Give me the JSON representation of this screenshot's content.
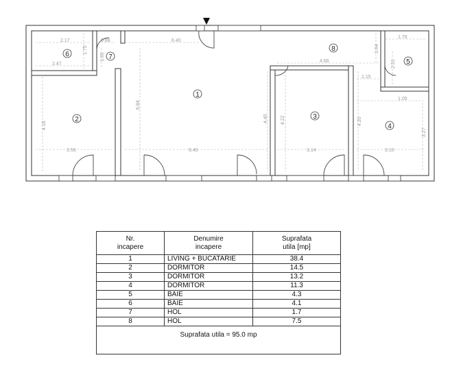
{
  "plan": {
    "rooms": [
      {
        "num": "1"
      },
      {
        "num": "2"
      },
      {
        "num": "3"
      },
      {
        "num": "4"
      },
      {
        "num": "5"
      },
      {
        "num": "6"
      },
      {
        "num": "7"
      },
      {
        "num": "8"
      }
    ],
    "dimensions": [
      "2.17",
      "0.88",
      "6.40",
      "1.75",
      "1.65",
      "2.47",
      "1.76",
      "1.64",
      "4.66",
      "2.51",
      "1.15",
      "1.05",
      "6.84",
      "4.16",
      "4.40",
      "4.22",
      "4.20",
      "3.27",
      "3.56",
      "6.40",
      "3.14",
      "3.10"
    ]
  },
  "table": {
    "headers": [
      "Nr.\nincapere",
      "Denumire\nincapere",
      "Suprafata\nutila [mp]"
    ],
    "rows": [
      {
        "nr": "1",
        "name": "LIVING + BUCATARIE",
        "area": "38.4"
      },
      {
        "nr": "2",
        "name": "DORMITOR",
        "area": "14.5"
      },
      {
        "nr": "3",
        "name": "DORMITOR",
        "area": "13.2"
      },
      {
        "nr": "4",
        "name": "DORMITOR",
        "area": "11.3"
      },
      {
        "nr": "5",
        "name": "BAIE",
        "area": "4.3"
      },
      {
        "nr": "6",
        "name": "BAIE",
        "area": "4.1"
      },
      {
        "nr": "7",
        "name": "HOL",
        "area": "1.7"
      },
      {
        "nr": "8",
        "name": "HOL",
        "area": "7.5"
      }
    ],
    "total": "Suprafata utila = 95.0 mp"
  }
}
